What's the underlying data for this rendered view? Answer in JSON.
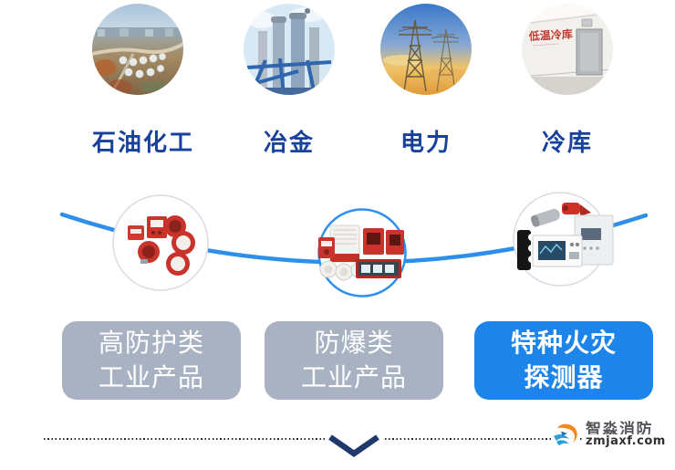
{
  "industries": {
    "label_color": "#17419c",
    "items": [
      {
        "id": "petrochemical",
        "label": "石油化工",
        "photo": "aerial-refinery-tank-farm"
      },
      {
        "id": "metallurgy",
        "label": "冶金",
        "photo": "steel-plant-structures"
      },
      {
        "id": "power",
        "label": "电力",
        "photo": "transmission-towers-sunset"
      },
      {
        "id": "cold-storage",
        "label": "冷库",
        "photo": "cold-storage-warehouse",
        "wall_text": "低温冷库"
      }
    ]
  },
  "product_carousel": {
    "connector_color": "#2d8fea",
    "items": [
      {
        "id": "high-protection",
        "photo": "red-explosion-proof-gas-detectors",
        "highlighted": false
      },
      {
        "id": "explosion-proof",
        "photo": "explosion-proof-alarm-devices",
        "highlighted": true,
        "highlight_color": "#2b90ee"
      },
      {
        "id": "special-detectors",
        "photo": "flame-detectors-and-control-panels",
        "highlighted": false
      }
    ]
  },
  "category_cards": [
    {
      "line1": "高防护类",
      "line2": "工业产品",
      "bg": "#a9b2c3",
      "text_color": "#ffffff",
      "active": false
    },
    {
      "line1": "防爆类",
      "line2": "工业产品",
      "bg": "#a9b2c3",
      "text_color": "#ffffff",
      "active": false
    },
    {
      "line1": "特种火灾",
      "line2": "探测器",
      "bg": "#1d84e9",
      "text_color": "#ffffff",
      "active": true
    }
  ],
  "footer": {
    "brand_name": "智淼消防",
    "brand_domain": "zmjaxf.com",
    "chevron_color": "#20396b"
  }
}
